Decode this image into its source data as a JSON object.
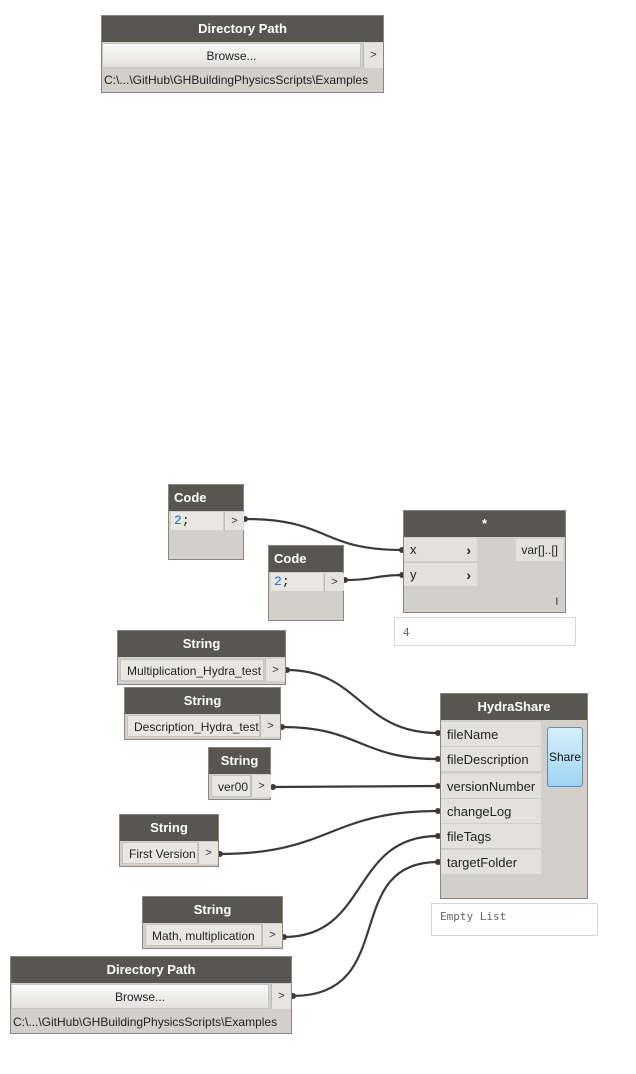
{
  "nodes": {
    "dir_top": {
      "title": "Directory Path",
      "browse": "Browse...",
      "arrow": ">",
      "path": "C:\\...\\GitHub\\GHBuildingPhysicsScripts\\Examples"
    },
    "code1": {
      "title": "Code Block",
      "num": "2",
      "semi": ";",
      "arrow": ">"
    },
    "code2": {
      "title": "Code Block",
      "num": "2",
      "semi": ";",
      "arrow": ">"
    },
    "mult": {
      "title": "*",
      "in_x": "x",
      "in_y": "y",
      "out": "var[]..[]",
      "lacing": "l",
      "preview": "4"
    },
    "str1": {
      "title": "String",
      "value": "Multiplication_Hydra_test",
      "arrow": ">"
    },
    "str2": {
      "title": "String",
      "value": "Description_Hydra_test",
      "arrow": ">"
    },
    "str3": {
      "title": "String",
      "value": "ver00",
      "arrow": ">"
    },
    "str4": {
      "title": "String",
      "value": "First Version",
      "arrow": ">"
    },
    "str5": {
      "title": "String",
      "value": "Math, multiplication",
      "arrow": ">"
    },
    "hydra": {
      "title": "HydraShare",
      "ports": [
        "fileName",
        "fileDescription",
        "versionNumber",
        "changeLog",
        "fileTags",
        "targetFolder"
      ],
      "button": "Share",
      "preview": "Empty List"
    },
    "dir_bottom": {
      "title": "Directory Path",
      "browse": "Browse...",
      "arrow": ">",
      "path": "C:\\...\\GitHub\\GHBuildingPhysicsScripts\\Examples"
    }
  }
}
